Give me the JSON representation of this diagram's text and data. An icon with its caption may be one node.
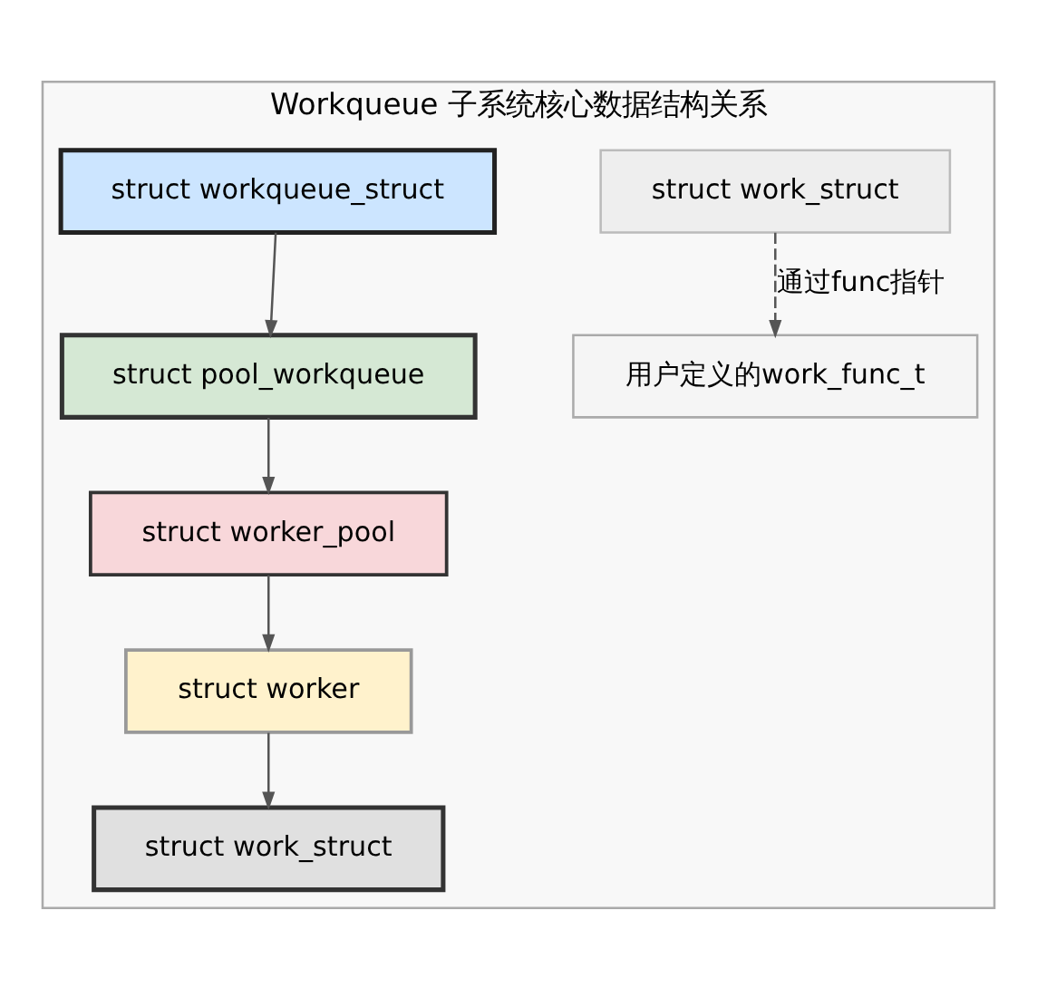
{
  "diagram": {
    "nodes": [
      {
        "text": [
          "Workqueue 子系统核心数据结构关系"
        ]
      },
      {
        "text": [
          "struct work_struct"
        ],
        "in": 0
      },
      {
        "text": [
          "用户定义的work_func_t"
        ],
        "in": 0
      },
      {
        "text": [
          "struct workqueue_struct"
        ],
        "in": 0
      },
      {
        "text": [
          "struct pool_workqueue"
        ],
        "in": 0
      },
      {
        "text": [
          "struct worker_pool"
        ],
        "in": 0
      },
      {
        "text": [
          "struct worker"
        ],
        "in": 0
      },
      {
        "text": [
          "struct work_struct"
        ],
        "in": 0
      }
    ],
    "edges": [
      {
        "from": 1,
        "to": 2,
        "arrow": "to",
        "label": "通过func指针",
        "style": "dashed"
      },
      {
        "from": 3,
        "to": 4,
        "arrow": "to"
      },
      {
        "from": 4,
        "to": 5,
        "arrow": "to"
      },
      {
        "from": 5,
        "to": 6,
        "arrow": "to"
      },
      {
        "from": 6,
        "to": 7,
        "arrow": "to"
      }
    ]
  }
}
